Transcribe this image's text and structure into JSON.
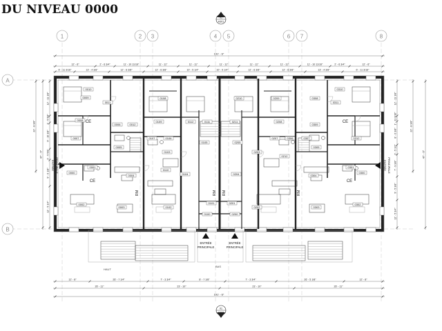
{
  "title": "DU NIVEAU 0000",
  "grid_columns": [
    "1",
    "2",
    "3",
    "4",
    "5",
    "6",
    "7",
    "8"
  ],
  "grid_rows": [
    "A",
    "B"
  ],
  "section_marker_top": {
    "num": "01",
    "sheet": "A301"
  },
  "section_marker_bottom": {
    "num": "01",
    "sheet": "A302"
  },
  "dims_top_total": "191' - 6\"",
  "dims_top_row1": [
    "12' - 6\"",
    "2' - 6 3/4\"",
    "11' - 10 11/16\"",
    "11' - 11\"",
    "11' - 11\"",
    "11' - 11\"",
    "11' - 11\"",
    "11' - 11\"",
    "11' - 10 11/16\"",
    "2' - 6 3/4\"",
    "12' - 6\""
  ],
  "dims_top_row2": [
    "6' - 11 3/16\"",
    "13' - 4 3/8\"",
    "12' - 6 3/8\"",
    "12' - 6 3/8\"",
    "10' - 5 1/4\"",
    "10' - 5 1/4\"",
    "12' - 6 3/8\"",
    "12' - 6 3/8\"",
    "13' - 4 3/8\"",
    "6' - 11 3/16\""
  ],
  "dims_bottom_row1": [
    "12' - 8\"",
    "26' - 7 1/4\"",
    "7' - 3 3/4\"",
    "8' - 7 1/8\"",
    "7' - 3 3/4\"",
    "26' - 5 1/8\"",
    "12' - 8\""
  ],
  "dims_bottom_row2": [
    "26' - 11\"",
    "23' - 10\"",
    "23' - 10\"",
    "26' - 11\""
  ],
  "dims_bottom_total": "191' - 6\"",
  "dims_left": [
    "12' - 11 1/8\"",
    "2' - 5 5/8\"",
    "9' - 10 3/8\"",
    "3' - 5 5/8\"",
    "9' - 6 1/8\"",
    "12' - 5 3/4\""
  ],
  "dims_left_total": "47' - 6\"",
  "dims_left_secondary": [
    "22' - 8 3/8\"",
    "12' - 6 3/8\""
  ],
  "dims_right": [
    "12' - 11 1/8\"",
    "1' - 11 3/16\"",
    "8' - 6 3/8\"",
    "3' - 5 1/2\"",
    "7' - 9 3/8\"",
    "9' - 5 3/8\"",
    "12' - 5 3/4\""
  ],
  "dims_right_total": "47' - 6\"",
  "dims_right_secondary": [
    "22' - 8 3/8\"",
    "12' - 6 3/8\""
  ],
  "entrances": {
    "left": "ENTRÉE PRINCIPALE",
    "right": "ENTRÉE PRINCIPALE",
    "center_left": "ENTRÉE PRINCIPALE",
    "center_right": "ENTRÉE PRINCIPALE"
  },
  "misc_labels": {
    "ce": "CE",
    "rm": "RM",
    "haut": "HAUT",
    "bas": "BAS"
  },
  "rooms": [
    "0010",
    "0011",
    "0009",
    "0006",
    "0008",
    "0007",
    "0001",
    "0000",
    "0005",
    "0004",
    "0003",
    "0002",
    "0012",
    "0108",
    "0109",
    "0107",
    "0106",
    "0110",
    "0103",
    "0104",
    "0102",
    "0101",
    "0100",
    "0111",
    "0112",
    "0105",
    "0210",
    "0211",
    "0205",
    "0204",
    "0203",
    "0202",
    "0201",
    "0200",
    "0209",
    "0208",
    "0207",
    "0206",
    "0212",
    "0308",
    "0309",
    "0307",
    "0306",
    "0310",
    "0305",
    "0304",
    "0303",
    "0302",
    "0301",
    "0300",
    "0311",
    "0312"
  ]
}
